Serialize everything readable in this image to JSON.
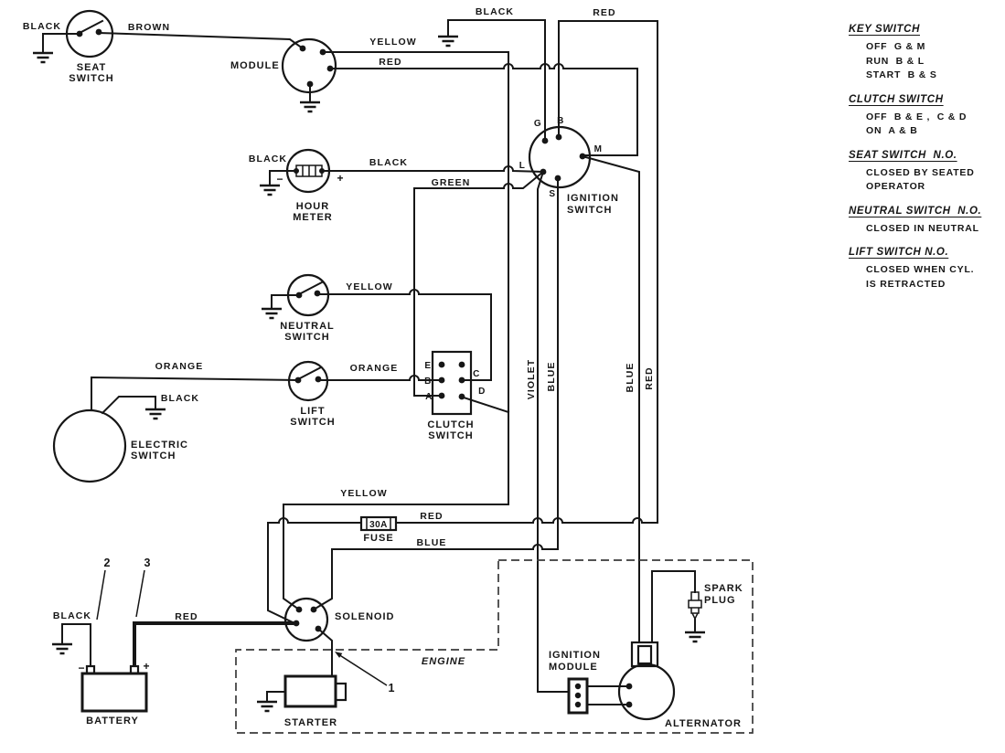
{
  "colors": {
    "ink": "#161616",
    "background": "#ffffff"
  },
  "wires": {
    "black_seat": "BLACK",
    "brown": "BROWN",
    "yellow_module": "YELLOW",
    "red_module": "RED",
    "black_top": "BLACK",
    "red_top": "RED",
    "black_hour_left": "BLACK",
    "black_hour_right": "BLACK",
    "green": "GREEN",
    "yellow_neutral": "YELLOW",
    "orange_electric": "ORANGE",
    "orange_lift": "ORANGE",
    "black_electric": "BLACK",
    "violet": "VIOLET",
    "blue_start": "BLUE",
    "blue_magneto": "BLUE",
    "red_main": "RED",
    "yellow_solenoid": "YELLOW",
    "red_fuse": "RED",
    "blue_solenoid": "BLUE",
    "black_battery": "BLACK",
    "red_battery": "RED"
  },
  "components": {
    "seat_switch": [
      "SEAT",
      "SWITCH"
    ],
    "module": "MODULE",
    "hour_meter": [
      "HOUR",
      "METER"
    ],
    "ignition_switch": [
      "IGNITION",
      "SWITCH"
    ],
    "neutral_switch": [
      "NEUTRAL",
      "SWITCH"
    ],
    "lift_switch": [
      "LIFT",
      "SWITCH"
    ],
    "electric_switch": [
      "ELECTRIC",
      "SWITCH"
    ],
    "clutch_switch": [
      "CLUTCH",
      "SWITCH"
    ],
    "fuse_rating": "30A",
    "fuse": "FUSE",
    "solenoid": "SOLENOID",
    "battery": "BATTERY",
    "starter": "STARTER",
    "engine": "ENGINE",
    "ignition_module": [
      "IGNITION",
      "MODULE"
    ],
    "alternator": "ALTERNATOR",
    "spark_plug": [
      "SPARK",
      "PLUG"
    ]
  },
  "pins": {
    "ignition": {
      "g": "G",
      "b": "B",
      "m": "M",
      "l": "L",
      "s": "S"
    },
    "clutch": {
      "e": "E",
      "b": "B",
      "a": "A",
      "c": "C",
      "d": "D"
    },
    "hour_minus": "−",
    "hour_plus": "+",
    "battery_minus": "−",
    "battery_plus": "+"
  },
  "callouts": {
    "c1": "1",
    "c2": "2",
    "c3": "3"
  },
  "legend": [
    {
      "title": "KEY SWITCH",
      "lines": [
        "OFF  G & M",
        "RUN  B & L",
        "START  B & S"
      ]
    },
    {
      "title": "CLUTCH SWITCH",
      "lines": [
        "OFF  B & E ,  C & D",
        "ON  A & B"
      ]
    },
    {
      "title": "SEAT SWITCH  N.O.",
      "lines": [
        "CLOSED BY SEATED",
        "OPERATOR"
      ]
    },
    {
      "title": "NEUTRAL SWITCH  N.O.",
      "lines": [
        "CLOSED IN NEUTRAL"
      ]
    },
    {
      "title": "LIFT SWITCH N.O.",
      "lines": [
        "CLOSED WHEN CYL.",
        "IS RETRACTED"
      ]
    }
  ]
}
